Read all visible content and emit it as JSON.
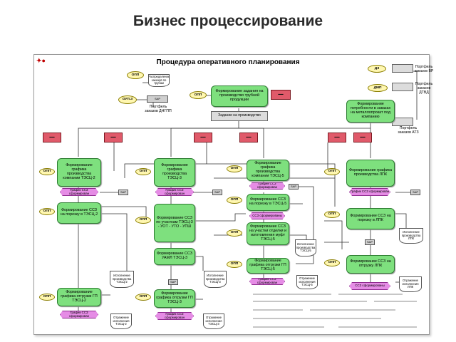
{
  "slide_title": "Бизнес процессирование",
  "procedure_title": "Процедура оперативного планирования",
  "roles": {
    "r_opp_top": "ОПП",
    "r_oupr": "ОУП.З",
    "r_opp_mid": "ОПП",
    "r_dz": "ДЗ",
    "r_dmp": "ДМП",
    "r_a1": "ОПП",
    "r_a2": "ОПП",
    "r_a3": "ОПП",
    "r_a4": "ОПП",
    "r_b1": "ОПП",
    "r_b2": "ОПП",
    "r_b3": "ОПП",
    "r_c1": "ОПП",
    "r_c2": "ОПП",
    "r_c3": "ОПП",
    "r_c4": "ОПП",
    "r_d1": "ОПП",
    "r_d2": "ОПП",
    "r_d3": "ОПП"
  },
  "functions": {
    "f_top": "Формирование задания на производство трубной продукции",
    "f_right_top": "Формирование потребности в заказах на металлопрокат под компанию",
    "f_a1": "Формирование графика производства компании ТЭСЦ-2",
    "f_a2": "Формирование ССЗ на порезку в ТЭСЦ-2",
    "f_a3": "Формирование графика отгрузки ГП ТЭСЦ-2",
    "f_b1": "Формирование графика производства ТЭСЦ-3",
    "f_b2": "Формирование ССЗ по участкам ТЭСЦ-3 - УОТ - УТО - УПШ",
    "f_b3": "Формирование ССЗ УАМЛ ТЭСЦ-3",
    "f_b4": "Формирование графика отгрузки ГП ТЭСЦ-3",
    "f_c1": "Формирование графика производства компании ТЭСЦ-5",
    "f_c2": "Формирование ССЗ на порезку в ТЭСЦ-5",
    "f_c3": "Формирование ССЗ на участки отделки и изготовления муфт ТЭСЦ-5",
    "f_c4": "Формирование графика отгрузки ГП ТЭСЦ-5",
    "f_d1": "Формирование графика производства ЛПК",
    "f_d2": "Формирование ССЗ на порезку в ЛПК",
    "f_d3": "Формирование ССЗ на отгрузку ЛПК"
  },
  "events": {
    "e_a1": "График ССЗ сформирован",
    "e_a3": "График ССЗ сформирован",
    "e_b1": "График ССЗ сформирован",
    "e_b4": "График ССЗ сформирован",
    "e_c1": "График ССЗ сформирован",
    "e_c2": "ССЗ сформированы",
    "e_c4": "График ССЗ сформирован",
    "e_d1": "График ССЗ сформирован",
    "e_d3": "ССЗ сформированы"
  },
  "documents": {
    "d_top1": "Распределение заказов по трубам",
    "d_a2": "Исполнение производства ТЭСЦ-2",
    "d_a3": "Отражение исполнения ТЭСЦ-2",
    "d_b3": "Исполнение производства ТЭСЦ-3",
    "d_b4": "Отражение исполнения ТЭСЦ-3",
    "d_c3": "Исполнение производства ТЭСЦ-5",
    "d_c4": "Отражение исполнения ТЭСЦ-5",
    "d_d2": "Исполнение производства ЛПК",
    "d_d3": "Отражение исполнения ЛПК"
  },
  "labels": {
    "portfolio_dngpp": "Портфель заказов ДНГПП",
    "portfolio_vr": "Портфель заказов ВР",
    "portfolio_dtvd": "Портфель заказов ДТВД",
    "portfolio_atz": "Портфель заказов АТЗ",
    "task_box": "Задание на производство"
  },
  "system_tag": "SAP",
  "colors": {
    "function": "#7ee07e",
    "event": "#e58ce5",
    "role": "#fff7b0",
    "red_doc": "#e05a6a",
    "line": "#333333"
  }
}
